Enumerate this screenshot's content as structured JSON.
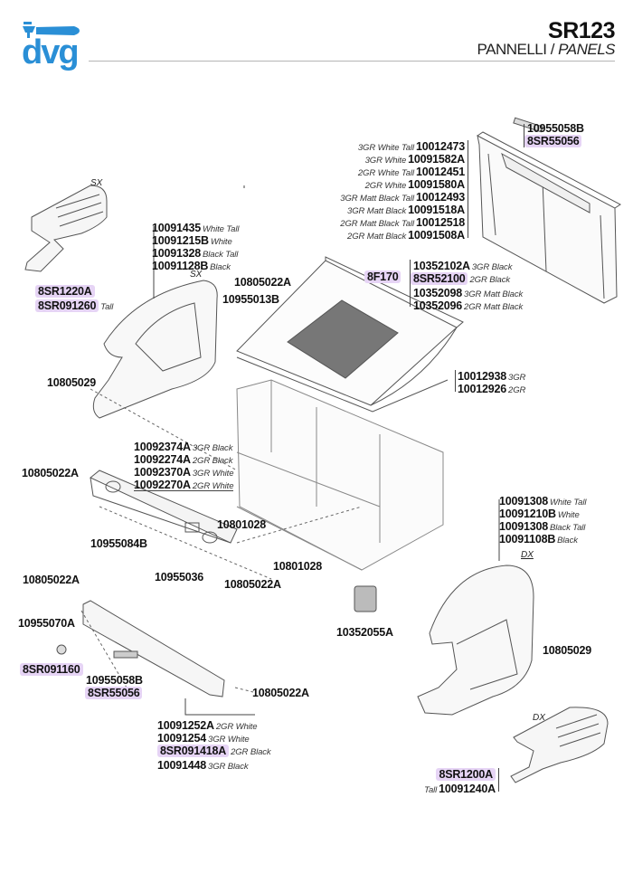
{
  "header": {
    "logo_text": "dvg",
    "brand_color": "#2a8fd6",
    "model": "SR123",
    "subtitle_it": "PANNELLI /",
    "subtitle_en": "PANELS"
  },
  "highlight_color": "#e6d4f5",
  "side_labels": {
    "left": "SX",
    "right": "DX"
  },
  "groups": {
    "back_panel_strip": [
      {
        "part": "10955058B",
        "desc": ""
      },
      {
        "part": "8SR55056",
        "desc": "",
        "highlight": true
      }
    ],
    "back_panel": [
      {
        "desc": "3GR White Tall",
        "part": "10012473"
      },
      {
        "desc": "3GR White",
        "part": "10091582A"
      },
      {
        "desc": "2GR White Tall",
        "part": "10012451"
      },
      {
        "desc": "2GR White",
        "part": "10091580A"
      },
      {
        "desc": "3GR Matt Black Tall",
        "part": "10012493"
      },
      {
        "desc": "3GR Matt Black",
        "part": "10091518A"
      },
      {
        "desc": "2GR Matt Black Tall",
        "part": "10012518"
      },
      {
        "desc": "2GR Matt Black",
        "part": "10091508A"
      }
    ],
    "left_grille": [
      {
        "part": "8SR1220A",
        "desc": "",
        "highlight": true
      },
      {
        "part": "8SR091260",
        "desc": "Tall",
        "highlight": true
      }
    ],
    "left_side_panel": [
      {
        "part": "10091435",
        "desc": "White Tall"
      },
      {
        "part": "10091215B",
        "desc": "White"
      },
      {
        "part": "10091328",
        "desc": "Black Tall"
      },
      {
        "part": "10091128B",
        "desc": "Black"
      }
    ],
    "top_screw": "10805022A",
    "top_label": "10955013B",
    "filter": {
      "part": "8F170",
      "highlight": true
    },
    "cup_tray": [
      {
        "part": "10352102A",
        "desc": "3GR Black"
      },
      {
        "part": "8SR52100",
        "desc": "2GR Black",
        "highlight": true
      },
      {
        "part": "10352098",
        "desc": "3GR Matt Black"
      },
      {
        "part": "10352096",
        "desc": "2GR Matt Black"
      }
    ],
    "top_plate": [
      {
        "part": "10012938",
        "desc": "3GR"
      },
      {
        "part": "10012926",
        "desc": "2GR"
      }
    ],
    "left_screw": "10805029",
    "front_control_panel": [
      {
        "part": "10092374A",
        "desc": "3GR Black"
      },
      {
        "part": "10092274A",
        "desc": "2GR Black"
      },
      {
        "part": "10092370A",
        "desc": "3GR White"
      },
      {
        "part": "10092270A",
        "desc": "2GR White"
      }
    ],
    "control_panel_screw_left": "10805022A",
    "frame_screw_1": "10801028",
    "control_label": "10955084B",
    "control_strip": "10955036",
    "control_panel_screw_right": "10805022A",
    "frame_screw_2": "10801028",
    "foot": "10352055A",
    "lower_panel_screw_left": "10805022A",
    "lower_clip": "10955070A",
    "lower_knob": {
      "part": "8SR091160",
      "highlight": true
    },
    "lower_strip": [
      {
        "part": "10955058B",
        "desc": ""
      },
      {
        "part": "8SR55056",
        "desc": "",
        "highlight": true
      }
    ],
    "lower_panel_screw_right": "10805022A",
    "lower_front_panel": [
      {
        "part": "10091252A",
        "desc": "2GR White"
      },
      {
        "part": "10091254",
        "desc": "3GR White"
      },
      {
        "part": "8SR091418A",
        "desc": "2GR Black",
        "highlight": true
      },
      {
        "part": "10091448",
        "desc": "3GR Black"
      }
    ],
    "right_side_panel": [
      {
        "part": "10091308",
        "desc": "White Tall"
      },
      {
        "part": "10091210B",
        "desc": "White"
      },
      {
        "part": "10091308",
        "desc": "Black Tall"
      },
      {
        "part": "10091108B",
        "desc": "Black"
      }
    ],
    "right_screw": "10805029",
    "right_grille": [
      {
        "part": "8SR1200A",
        "desc": "",
        "highlight": true
      },
      {
        "part": "10091240A",
        "desc": "Tall"
      }
    ]
  }
}
